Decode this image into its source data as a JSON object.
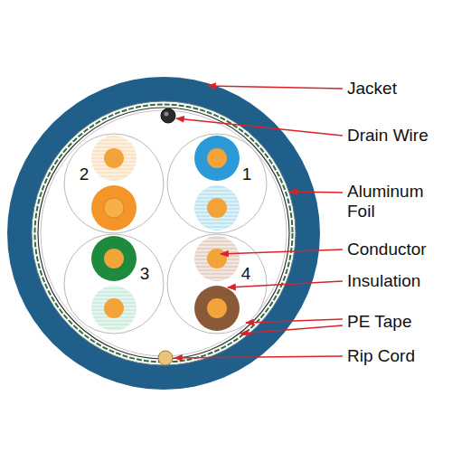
{
  "diagram": {
    "labels": [
      "Jacket",
      "Drain Wire",
      "2",
      "1",
      "Aluminum Foil",
      "Conductor",
      "3",
      "4",
      "Insulation",
      "PE Tape",
      "Rip Cord"
    ]
  }
}
